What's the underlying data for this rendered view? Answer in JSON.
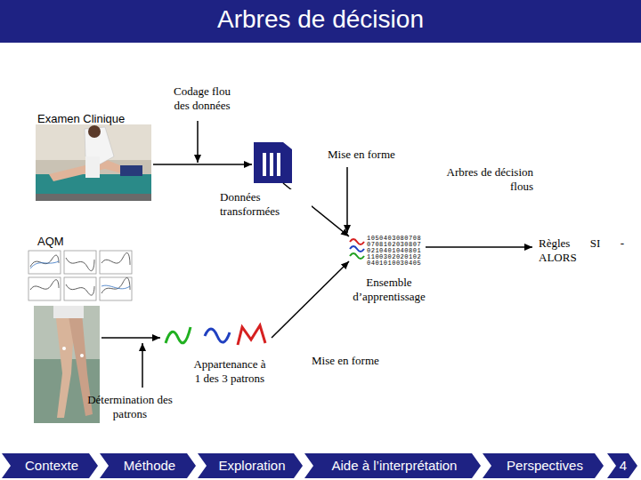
{
  "diagram": {
    "title": "Arbres de décision",
    "nodes": [
      {
        "text": [
          "Contexte"
        ]
      },
      {
        "text": [
          "Méthode"
        ]
      },
      {
        "text": [
          "Exploration"
        ]
      },
      {
        "text": [
          "Aide à l’interprétation"
        ]
      },
      {
        "text": [
          "Perspectives"
        ]
      }
    ],
    "labels": [
      "Examen Clinique",
      "Codage flou des données",
      "Mise en forme",
      "Arbres de décision flous",
      "Données transformées",
      "AQM",
      "1050403080708",
      "0708102030807",
      "0210401040801",
      "1100302020102",
      "0401010030405",
      "Règles SI - ALORS",
      "Ensemble d’apprentissage",
      "Appartenance à 1 des 3 patrons",
      "Mise en forme",
      "Détermination des patrons",
      "4"
    ]
  }
}
